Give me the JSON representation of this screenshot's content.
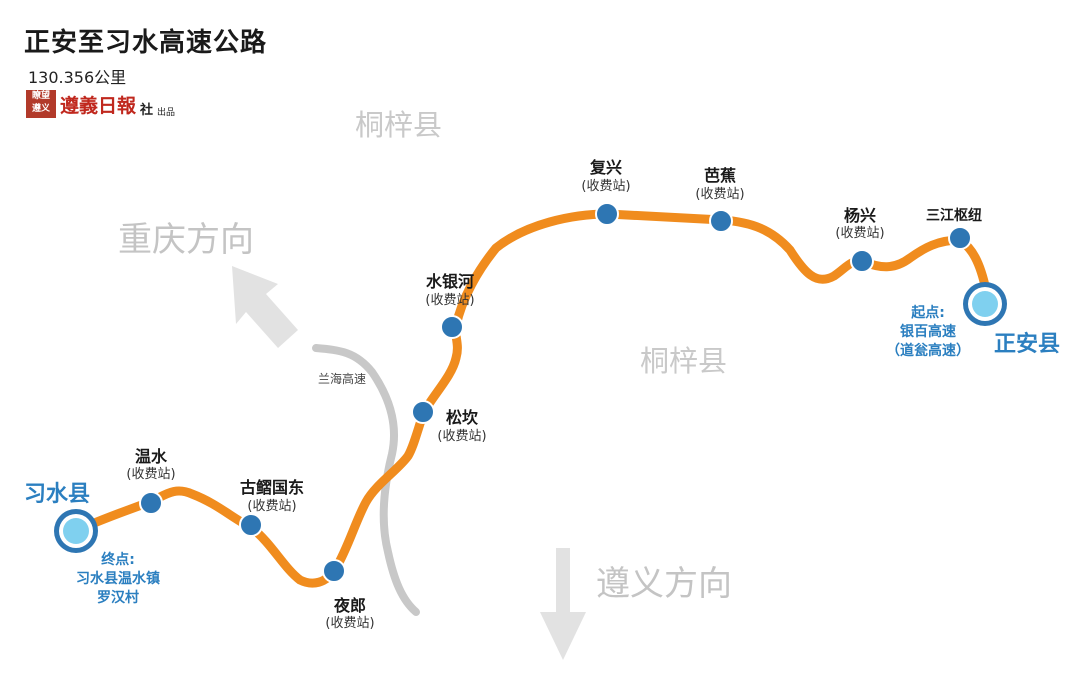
{
  "header": {
    "title": "正安至习水高速公路",
    "length": "130.356公里",
    "publisher_logo": "瞭望 遵义",
    "publisher_name": "遵義日報",
    "publisher_suffix": "社",
    "publisher_tag": "出品"
  },
  "regions": {
    "top": "桐梓县",
    "center": "桐梓县"
  },
  "directions": {
    "chongqing": "重庆方向",
    "zunyi": "遵义方向"
  },
  "highways": {
    "lanhai": "兰海高速"
  },
  "colors": {
    "route": "#f08c1e",
    "station": "#2e76b3",
    "endpoint_fill": "#7fd0ef",
    "label_blue": "#2b7fc0",
    "grey_road": "#c8c8c8",
    "arrow": "#e0e0e0"
  },
  "stations": {
    "wenshui": {
      "name": "温水",
      "sub": "(收费站)"
    },
    "gudiao": {
      "name": "古鳛国东",
      "sub": "(收费站)"
    },
    "yelang": {
      "name": "夜郎",
      "sub": "(收费站)"
    },
    "songkan": {
      "name": "松坎",
      "sub": "(收费站)"
    },
    "shuiyinhe": {
      "name": "水银河",
      "sub": "(收费站)"
    },
    "fuxing": {
      "name": "复兴",
      "sub": "(收费站)"
    },
    "bajiao": {
      "name": "芭蕉",
      "sub": "(收费站)"
    },
    "yangxing": {
      "name": "杨兴",
      "sub": "(收费站)"
    },
    "sanjiang": {
      "name": "三江枢纽"
    }
  },
  "endpoints": {
    "xishui": {
      "county": "习水县",
      "label": "终点:",
      "line1": "习水县温水镇",
      "line2": "罗汉村"
    },
    "zhengan": {
      "county": "正安县",
      "label": "起点:",
      "line1": "银百高速",
      "line2": "（道瓮高速）"
    }
  }
}
